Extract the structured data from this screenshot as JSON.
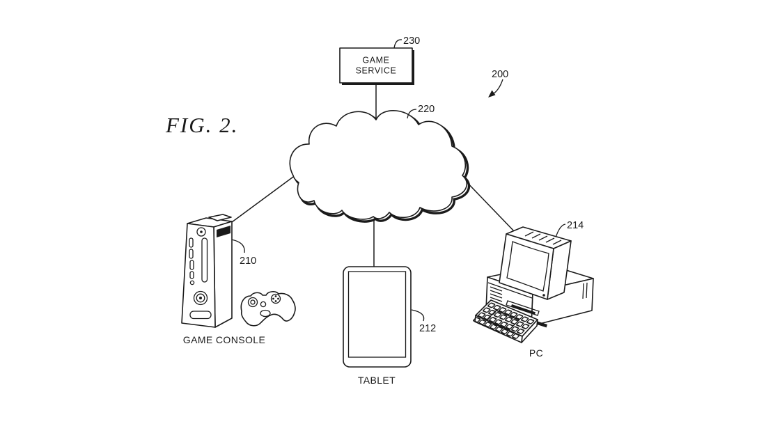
{
  "figure": {
    "title": "FIG. 2.",
    "system_ref": "200"
  },
  "nodes": {
    "game_service": {
      "line1": "GAME",
      "line2": "SERVICE",
      "ref": "230"
    },
    "cloud": {
      "ref": "220"
    },
    "game_console": {
      "label": "GAME CONSOLE",
      "ref": "210"
    },
    "tablet": {
      "label": "TABLET",
      "ref": "212"
    },
    "pc": {
      "label": "PC",
      "ref": "214"
    }
  },
  "colors": {
    "ink": "#1a1a1a",
    "bg": "#ffffff"
  }
}
